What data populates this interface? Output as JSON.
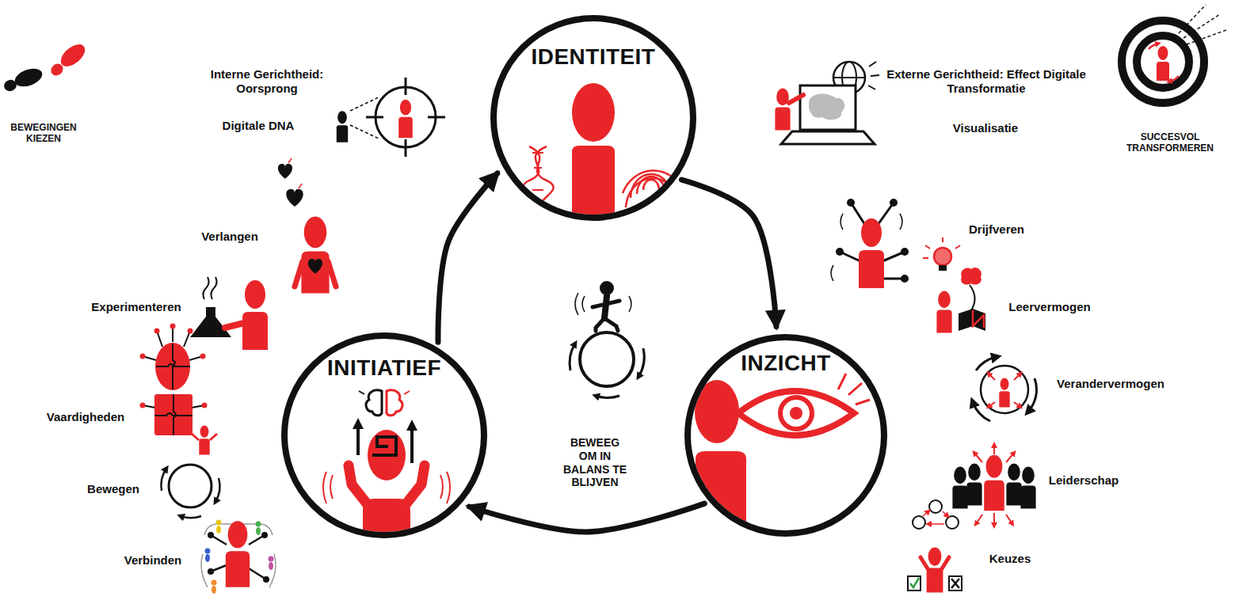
{
  "diagram": {
    "nodes": [
      {
        "text": [
          "IDENTITEIT"
        ]
      },
      {
        "text": [
          "INITIATIEF"
        ]
      },
      {
        "text": [
          "INZICHT"
        ]
      }
    ],
    "edges": [
      {
        "from": 0,
        "to": 2,
        "arrow": "to"
      },
      {
        "from": 2,
        "to": 1,
        "arrow": "to"
      },
      {
        "from": 1,
        "to": 0,
        "arrow": "to"
      }
    ],
    "labels": [
      "BEWEGINGEN KIEZEN",
      "Interne Gerichtheid: Oorsprong",
      "Digitale DNA",
      "Externe Gerichtheid: Effect Digitale Transformatie",
      "Visualisatie",
      "SUCCESVOL TRANSFORMEREN",
      "Verlangen",
      "Experimenteren",
      "Vaardigheden",
      "Bewegen",
      "Verbinden",
      "Drijfveren",
      "Leervermogen",
      "Verandervermogen",
      "Leiderschap",
      "Keuzes",
      "BEWEEG OM IN BALANS TE BLIJVEN"
    ]
  }
}
